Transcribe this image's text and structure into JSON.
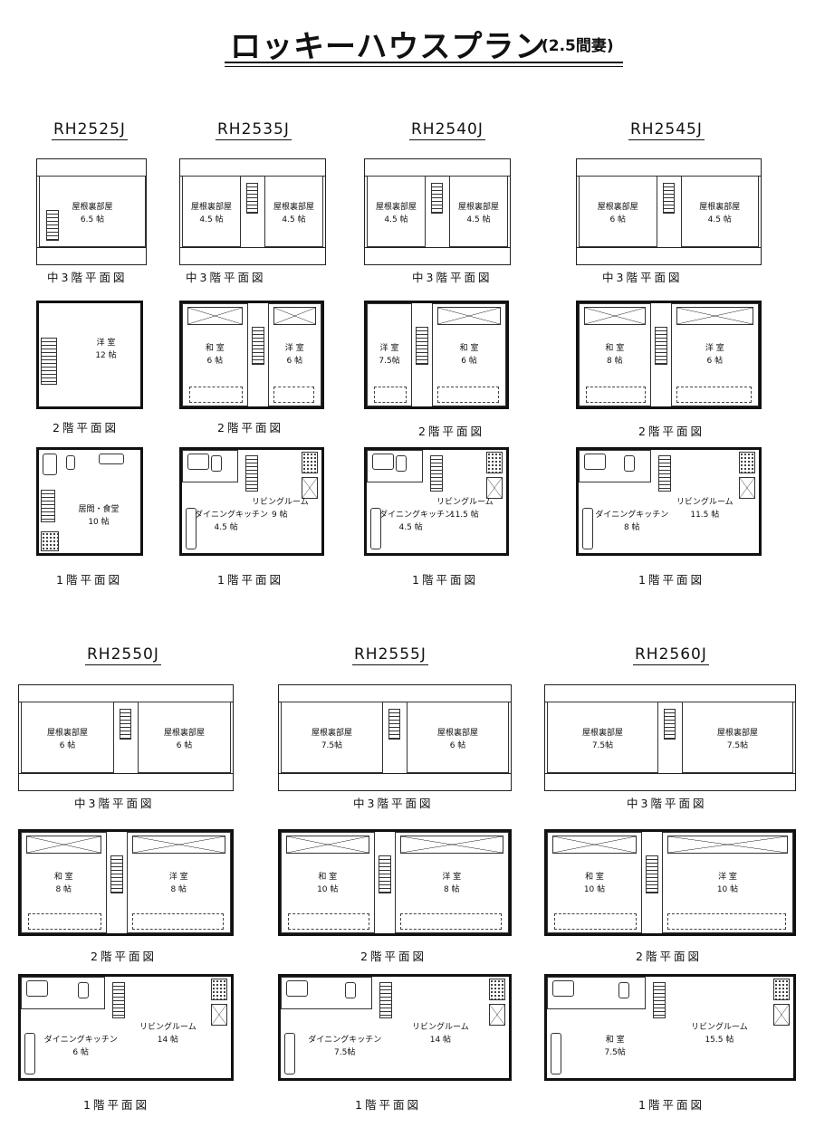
{
  "title": {
    "main": "ロッキーハウスプラン",
    "sub": "(2.5間妻)"
  },
  "plans": [
    {
      "code": "RH2525J",
      "f3": {
        "label": "中3階平面図",
        "rooms": [
          {
            "name": "屋根裏部屋",
            "size": "6.5 帖"
          }
        ]
      },
      "f2": {
        "label": "2階平面図",
        "rooms": [
          {
            "name": "洋 室",
            "size": "12 帖"
          }
        ]
      },
      "f1": {
        "label": "1階平面図",
        "rooms": [
          {
            "name": "居間・食堂",
            "size": "10 帖"
          }
        ]
      }
    },
    {
      "code": "RH2535J",
      "f3": {
        "label": "中3階平面図",
        "rooms": [
          {
            "name": "屋根裏部屋",
            "size": "4.5 帖"
          },
          {
            "name": "屋根裏部屋",
            "size": "4.5 帖"
          }
        ]
      },
      "f2": {
        "label": "2階平面図",
        "rooms": [
          {
            "name": "和 室",
            "size": "6 帖"
          },
          {
            "name": "洋 室",
            "size": "6 帖"
          }
        ]
      },
      "f1": {
        "label": "1階平面図",
        "rooms": [
          {
            "name": "ダイニングキッチン",
            "size": "4.5 帖"
          },
          {
            "name": "リビングルーム",
            "size": "9 帖"
          }
        ]
      }
    },
    {
      "code": "RH2540J",
      "f3": {
        "label": "中3階平面図",
        "rooms": [
          {
            "name": "屋根裏部屋",
            "size": "4.5 帖"
          },
          {
            "name": "屋根裏部屋",
            "size": "4.5 帖"
          }
        ]
      },
      "f2": {
        "label": "2階平面図",
        "rooms": [
          {
            "name": "洋 室",
            "size": "7.5帖"
          },
          {
            "name": "和 室",
            "size": "6 帖"
          }
        ]
      },
      "f1": {
        "label": "1階平面図",
        "rooms": [
          {
            "name": "ダイニングキッチン",
            "size": "4.5 帖"
          },
          {
            "name": "リビングルーム",
            "size": "11.5 帖"
          }
        ]
      }
    },
    {
      "code": "RH2545J",
      "f3": {
        "label": "中3階平面図",
        "rooms": [
          {
            "name": "屋根裏部屋",
            "size": "6 帖"
          },
          {
            "name": "屋根裏部屋",
            "size": "4.5 帖"
          }
        ]
      },
      "f2": {
        "label": "2階平面図",
        "rooms": [
          {
            "name": "和 室",
            "size": "8 帖"
          },
          {
            "name": "洋 室",
            "size": "6 帖"
          }
        ]
      },
      "f1": {
        "label": "1階平面図",
        "rooms": [
          {
            "name": "ダイニングキッチン",
            "size": "8 帖"
          },
          {
            "name": "リビングルーム",
            "size": "11.5 帖"
          }
        ]
      }
    },
    {
      "code": "RH2550J",
      "f3": {
        "label": "中3階平面図",
        "rooms": [
          {
            "name": "屋根裏部屋",
            "size": "6 帖"
          },
          {
            "name": "屋根裏部屋",
            "size": "6 帖"
          }
        ]
      },
      "f2": {
        "label": "2階平面図",
        "rooms": [
          {
            "name": "和 室",
            "size": "8 帖"
          },
          {
            "name": "洋 室",
            "size": "8 帖"
          }
        ]
      },
      "f1": {
        "label": "1階平面図",
        "rooms": [
          {
            "name": "ダイニングキッチン",
            "size": "6 帖"
          },
          {
            "name": "リビングルーム",
            "size": "14 帖"
          }
        ]
      }
    },
    {
      "code": "RH2555J",
      "f3": {
        "label": "中3階平面図",
        "rooms": [
          {
            "name": "屋根裏部屋",
            "size": "7.5帖"
          },
          {
            "name": "屋根裏部屋",
            "size": "6 帖"
          }
        ]
      },
      "f2": {
        "label": "2階平面図",
        "rooms": [
          {
            "name": "和 室",
            "size": "10 帖"
          },
          {
            "name": "洋 室",
            "size": "8 帖"
          }
        ]
      },
      "f1": {
        "label": "1階平面図",
        "rooms": [
          {
            "name": "ダイニングキッチン",
            "size": "7.5帖"
          },
          {
            "name": "リビングルーム",
            "size": "14 帖"
          }
        ]
      }
    },
    {
      "code": "RH2560J",
      "f3": {
        "label": "中3階平面図",
        "rooms": [
          {
            "name": "屋根裏部屋",
            "size": "7.5帖"
          },
          {
            "name": "屋根裏部屋",
            "size": "7.5帖"
          }
        ]
      },
      "f2": {
        "label": "2階平面図",
        "rooms": [
          {
            "name": "和 室",
            "size": "10 帖"
          },
          {
            "name": "洋 室",
            "size": "10 帖"
          }
        ]
      },
      "f1": {
        "label": "1階平面図",
        "rooms": [
          {
            "name": "和 室",
            "size": "7.5帖"
          },
          {
            "name": "リビングルーム",
            "size": "15.5 帖"
          }
        ]
      }
    }
  ]
}
